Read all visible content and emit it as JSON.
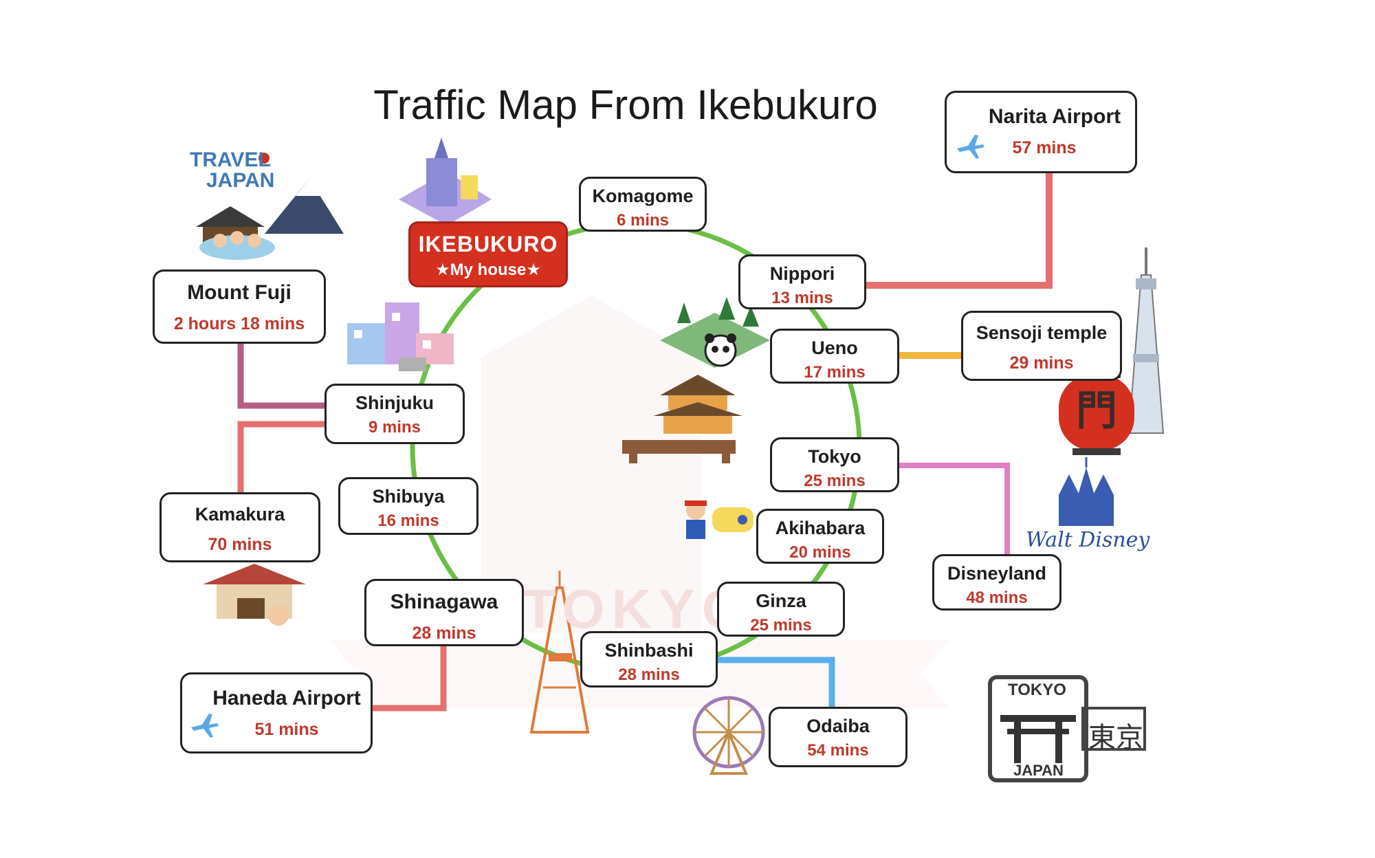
{
  "title": "Traffic Map From Ikebukuro",
  "home": {
    "name": "IKEBUKURO",
    "subtitle": "★My house★"
  },
  "stations": {
    "komagome": {
      "name": "Komagome",
      "time": "6 mins"
    },
    "nippori": {
      "name": "Nippori",
      "time": "13 mins"
    },
    "ueno": {
      "name": "Ueno",
      "time": "17 mins"
    },
    "tokyo": {
      "name": "Tokyo",
      "time": "25 mins"
    },
    "akihabara": {
      "name": "Akihabara",
      "time": "20 mins"
    },
    "ginza": {
      "name": "Ginza",
      "time": "25 mins"
    },
    "shinbashi": {
      "name": "Shinbashi",
      "time": "28 mins"
    },
    "shinagawa": {
      "name": "Shinagawa",
      "time": "28 mins"
    },
    "shibuya": {
      "name": "Shibuya",
      "time": "16 mins"
    },
    "shinjuku": {
      "name": "Shinjuku",
      "time": "9 mins"
    }
  },
  "destinations": {
    "narita": {
      "name": "Narita Airport",
      "time": "57 mins"
    },
    "sensoji": {
      "name": "Sensoji temple",
      "time": "29 mins"
    },
    "disneyland": {
      "name": "Disneyland",
      "time": "48 mins"
    },
    "odaiba": {
      "name": "Odaiba",
      "time": "54 mins"
    },
    "haneda": {
      "name": "Haneda Airport",
      "time": "51 mins"
    },
    "kamakura": {
      "name": "Kamakura",
      "time": "70 mins"
    },
    "mount_fuji": {
      "name": "Mount Fuji",
      "time": "2 hours 18 mins"
    }
  },
  "decor": {
    "travel_japan": [
      "TRAVEL",
      "JAPAN"
    ],
    "walt_disney": "Walt Disney",
    "stamp_top": "TOKYO",
    "stamp_bottom": "JAPAN",
    "stamp_kanji": "東京",
    "watermark": "TOKYO"
  },
  "colors": {
    "loop": "#6cbf45",
    "narita_line": "#e67070",
    "sensoji_line": "#f0b53c",
    "disney_line": "#e07fc4",
    "odaiba_line": "#5aaeea",
    "haneda_line": "#e67070",
    "kamakura_line": "#e67070",
    "fuji_line": "#b55d86",
    "home": "#d4301f",
    "time_text": "#c0392b"
  },
  "icons": [
    "plane-icon",
    "tokyo-tower-icon",
    "skytree-icon",
    "ferris-wheel-icon",
    "castle-icon",
    "lantern-icon",
    "panda-icon",
    "pagoda-icon",
    "torii-icon"
  ]
}
